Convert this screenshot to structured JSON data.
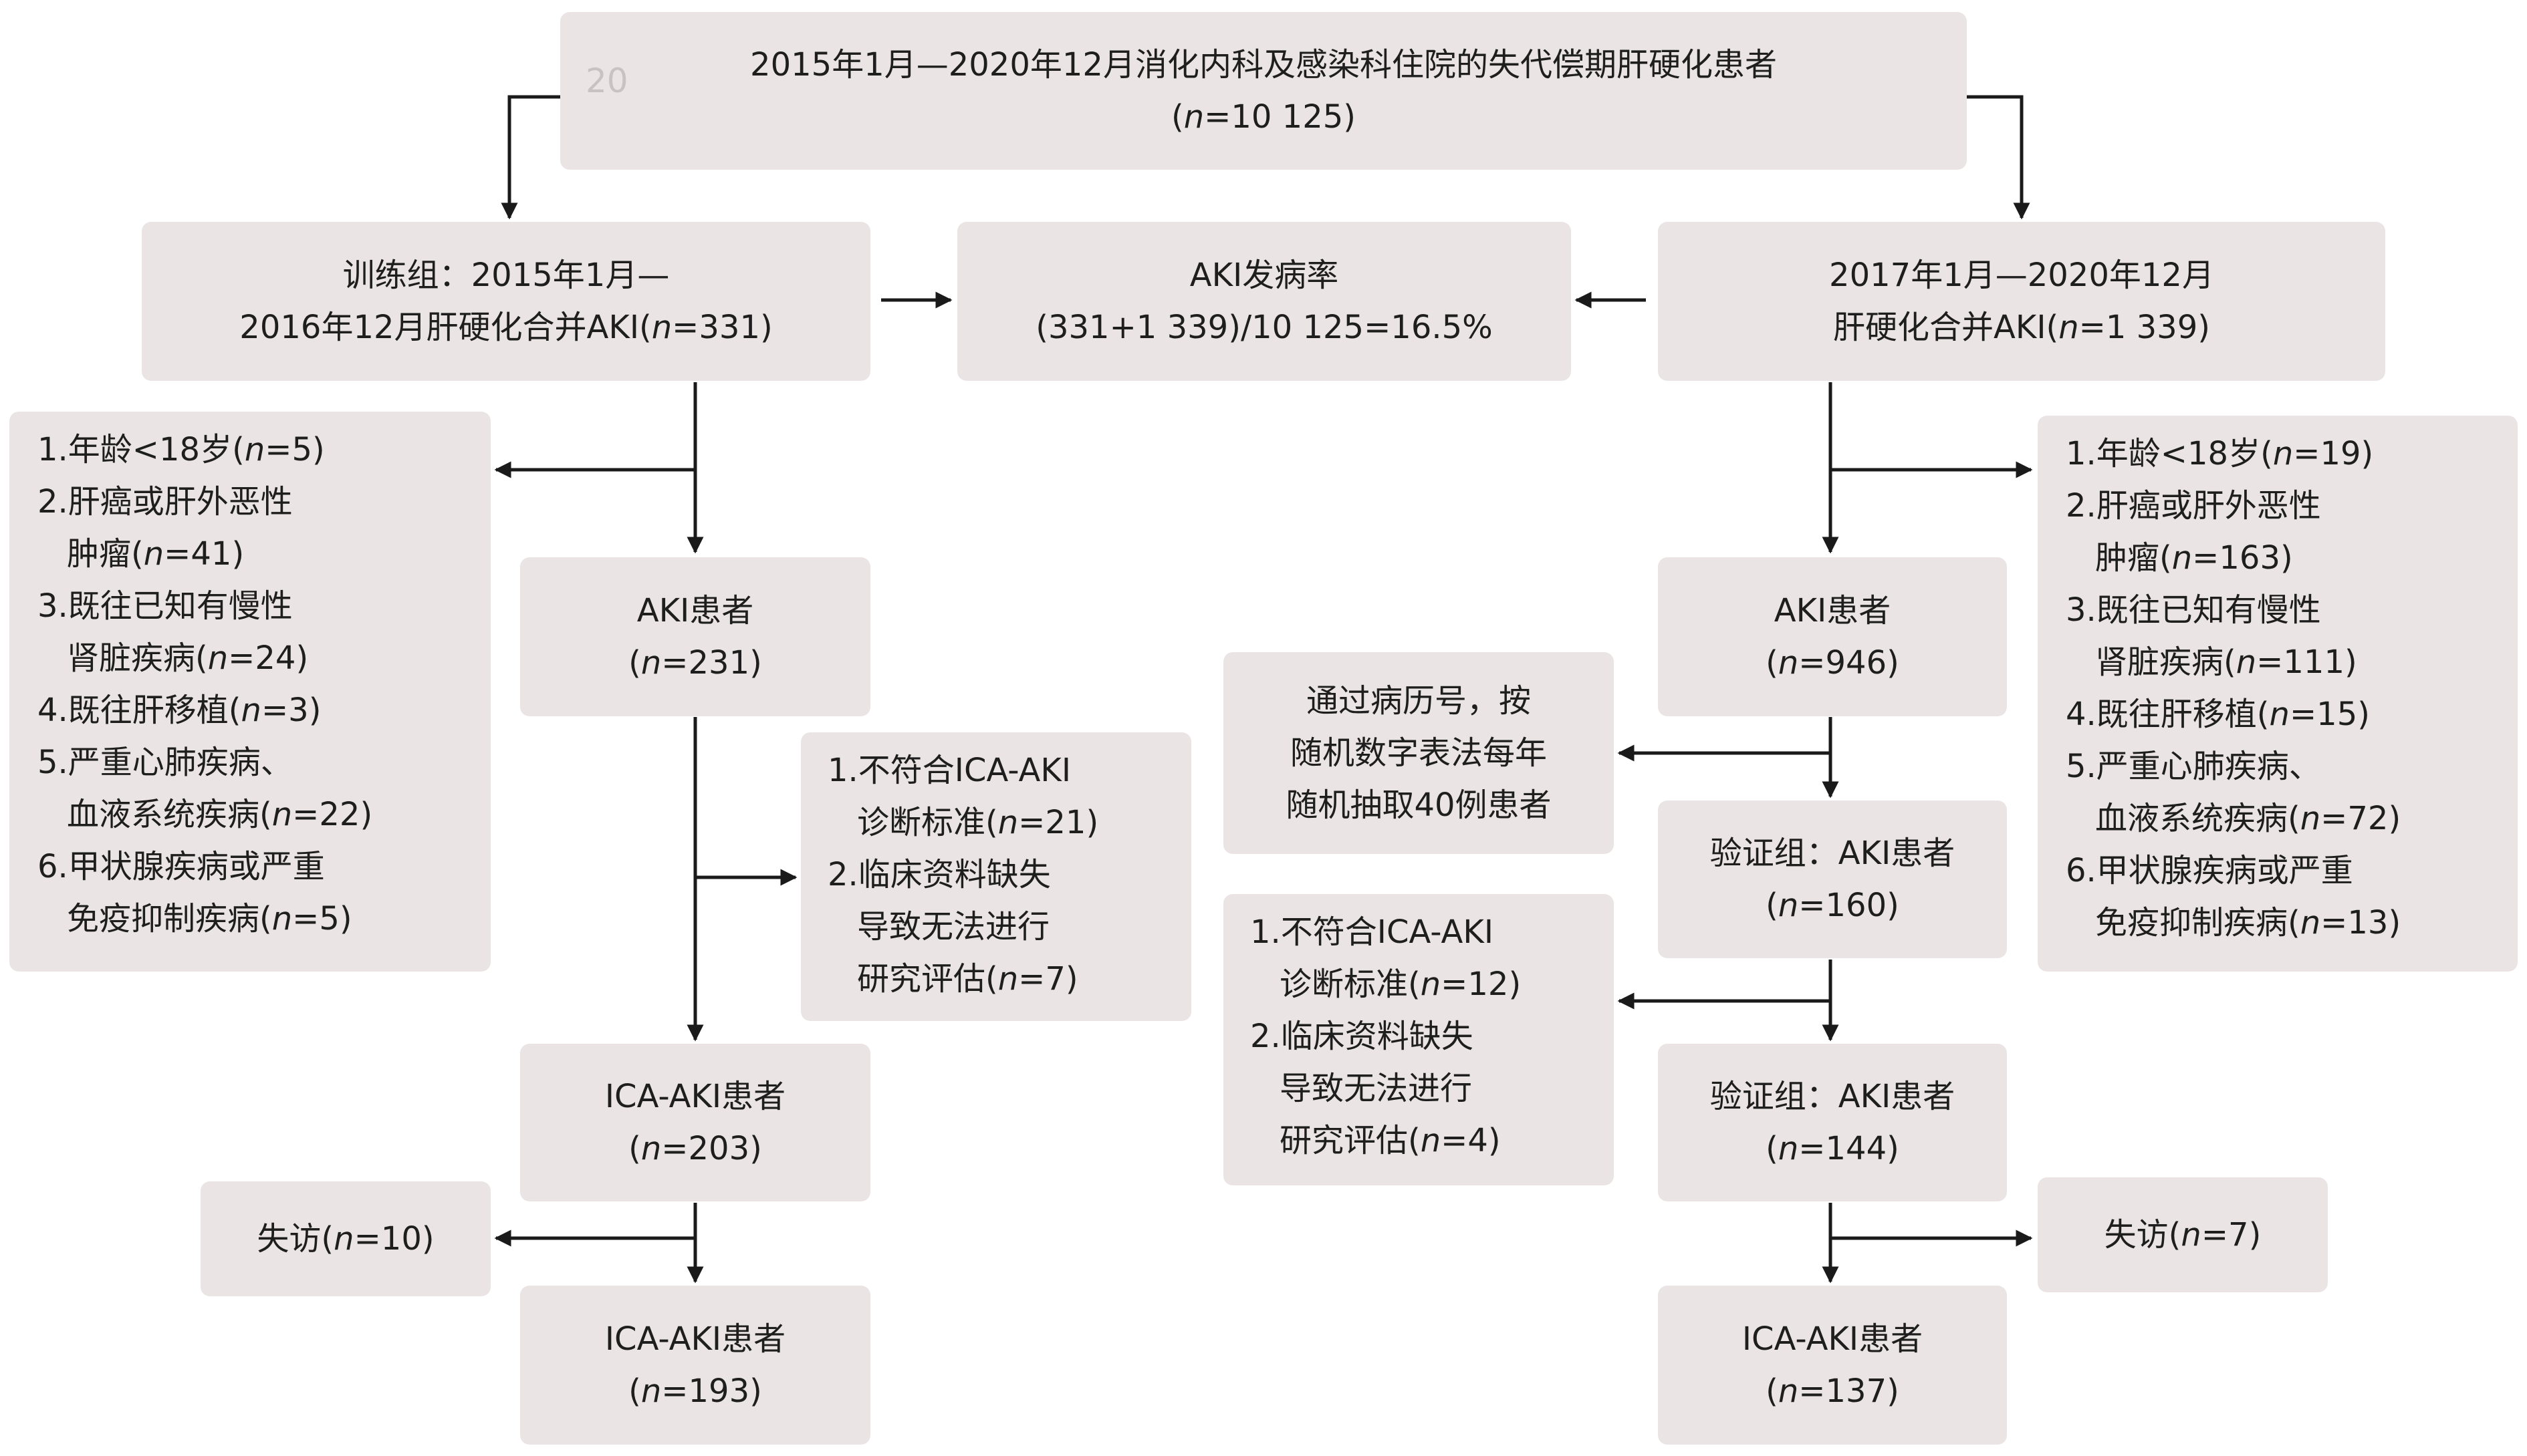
{
  "top": {
    "stamp": "20",
    "line1": "2015年1月—2020年12月消化内科及感染科住院的失代偿期肝硬化患者",
    "line2": {
      "pre": "(",
      "n": "n",
      "post": "=10 125)"
    }
  },
  "train": {
    "line1": "训练组：2015年1月—",
    "line2": {
      "pre": "2016年12月肝硬化合并AKI(",
      "n": "n",
      "post": "=331)"
    }
  },
  "rate": {
    "line1": "AKI发病率",
    "line2": "(331+1 339)/10 125=16.5%"
  },
  "valid_src": {
    "line1": "2017年1月—2020年12月",
    "line2": {
      "pre": "肝硬化合并AKI(",
      "n": "n",
      "post": "=1 339)"
    }
  },
  "left_excl": {
    "lines": [
      {
        "pre": "1.年龄<18岁(",
        "n": "n",
        "post": "=5)",
        "indent": false
      },
      {
        "pre": "2.肝癌或肝外恶性",
        "n": "",
        "post": "",
        "indent": false
      },
      {
        "pre": "肿瘤(",
        "n": "n",
        "post": "=41)",
        "indent": true
      },
      {
        "pre": "3.既往已知有慢性",
        "n": "",
        "post": "",
        "indent": false
      },
      {
        "pre": "肾脏疾病(",
        "n": "n",
        "post": "=24)",
        "indent": true
      },
      {
        "pre": "4.既往肝移植(",
        "n": "n",
        "post": "=3)",
        "indent": false
      },
      {
        "pre": "5.严重心肺疾病、",
        "n": "",
        "post": "",
        "indent": false
      },
      {
        "pre": "血液系统疾病(",
        "n": "n",
        "post": "=22)",
        "indent": true
      },
      {
        "pre": "6.甲状腺疾病或严重",
        "n": "",
        "post": "",
        "indent": false
      },
      {
        "pre": "免疫抑制疾病(",
        "n": "n",
        "post": "=5)",
        "indent": true
      }
    ]
  },
  "right_excl": {
    "lines": [
      {
        "pre": "1.年龄<18岁(",
        "n": "n",
        "post": "=19)",
        "indent": false
      },
      {
        "pre": "2.肝癌或肝外恶性",
        "n": "",
        "post": "",
        "indent": false
      },
      {
        "pre": "肿瘤(",
        "n": "n",
        "post": "=163)",
        "indent": true
      },
      {
        "pre": "3.既往已知有慢性",
        "n": "",
        "post": "",
        "indent": false
      },
      {
        "pre": "肾脏疾病(",
        "n": "n",
        "post": "=111)",
        "indent": true
      },
      {
        "pre": "4.既往肝移植(",
        "n": "n",
        "post": "=15)",
        "indent": false
      },
      {
        "pre": "5.严重心肺疾病、",
        "n": "",
        "post": "",
        "indent": false
      },
      {
        "pre": "血液系统疾病(",
        "n": "n",
        "post": "=72)",
        "indent": true
      },
      {
        "pre": "6.甲状腺疾病或严重",
        "n": "",
        "post": "",
        "indent": false
      },
      {
        "pre": "免疫抑制疾病(",
        "n": "n",
        "post": "=13)",
        "indent": true
      }
    ]
  },
  "aki_left": {
    "line1": "AKI患者",
    "line2": {
      "pre": "(",
      "n": "n",
      "post": "=231)"
    }
  },
  "aki_right": {
    "line1": "AKI患者",
    "line2": {
      "pre": "(",
      "n": "n",
      "post": "=946)"
    }
  },
  "sample": {
    "lines": [
      "通过病历号，按",
      "随机数字表法每年",
      "随机抽取40例患者"
    ]
  },
  "valid160": {
    "line1": "验证组：AKI患者",
    "line2": {
      "pre": "(",
      "n": "n",
      "post": "=160)"
    }
  },
  "excl2_left": {
    "lines": [
      {
        "pre": "1.不符合ICA-AKI",
        "n": "",
        "post": "",
        "indent": false
      },
      {
        "pre": "诊断标准(",
        "n": "n",
        "post": "=21)",
        "indent": true
      },
      {
        "pre": "2.临床资料缺失",
        "n": "",
        "post": "",
        "indent": false
      },
      {
        "pre": "导致无法进行",
        "n": "",
        "post": "",
        "indent": true
      },
      {
        "pre": "研究评估(",
        "n": "n",
        "post": "=7)",
        "indent": true
      }
    ]
  },
  "excl2_right": {
    "lines": [
      {
        "pre": "1.不符合ICA-AKI",
        "n": "",
        "post": "",
        "indent": false
      },
      {
        "pre": "诊断标准(",
        "n": "n",
        "post": "=12)",
        "indent": true
      },
      {
        "pre": "2.临床资料缺失",
        "n": "",
        "post": "",
        "indent": false
      },
      {
        "pre": "导致无法进行",
        "n": "",
        "post": "",
        "indent": true
      },
      {
        "pre": "研究评估(",
        "n": "n",
        "post": "=4)",
        "indent": true
      }
    ]
  },
  "ica_left": {
    "line1": "ICA-AKI患者",
    "line2": {
      "pre": "(",
      "n": "n",
      "post": "=203)"
    }
  },
  "valid144": {
    "line1": "验证组：AKI患者",
    "line2": {
      "pre": "(",
      "n": "n",
      "post": "=144)"
    }
  },
  "lost_left": {
    "pre": "失访(",
    "n": "n",
    "post": "=10)"
  },
  "lost_right": {
    "pre": "失访(",
    "n": "n",
    "post": "=7)"
  },
  "final_left": {
    "line1": "ICA-AKI患者",
    "line2": {
      "pre": "(",
      "n": "n",
      "post": "=193)"
    }
  },
  "final_right": {
    "line1": "ICA-AKI患者",
    "line2": {
      "pre": "(",
      "n": "n",
      "post": "=137)"
    }
  }
}
